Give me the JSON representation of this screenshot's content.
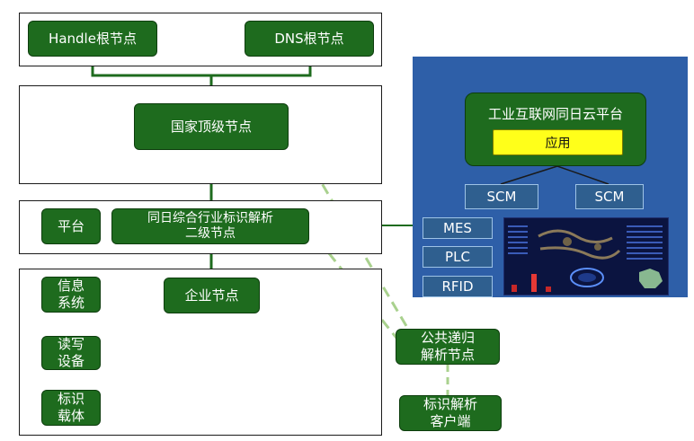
{
  "nodes": {
    "handle_root": "Handle根节点",
    "dns_root": "DNS根节点",
    "national_top": "国家顶级节点",
    "secondary": "同日综合行业标识解析\n二级节点",
    "platform": "平台",
    "enterprise": "企业节点",
    "info_system": "信息\n系统",
    "read_write": "读写\n设备",
    "id_carrier": "标识\n载体",
    "public_recursive": "公共递归\n解析节点",
    "id_client": "标识解析\n客户端"
  },
  "cloud": {
    "title": "工业互联网同日云平台",
    "app": "应用",
    "scm_left": "SCM",
    "scm_right": "SCM",
    "mes": "MES",
    "plc": "PLC",
    "rfid": "RFID"
  },
  "colors": {
    "node_green": "#1e6b1e",
    "cloud_blue": "#2e5fa8",
    "dashed_link": "#a9d18e",
    "blue_link": "#4472c4"
  }
}
